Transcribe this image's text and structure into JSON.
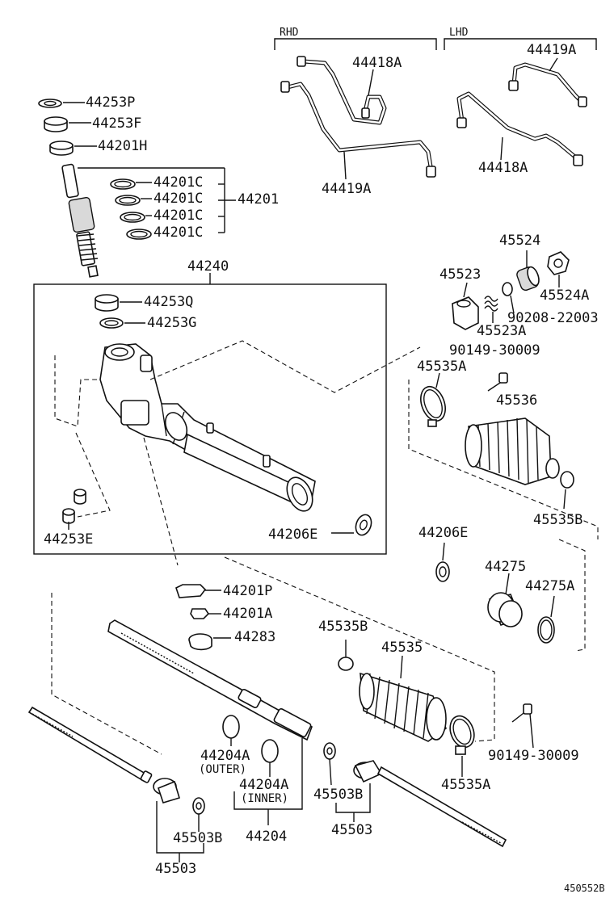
{
  "sections": {
    "rhd": "RHD",
    "lhd": "LHD"
  },
  "labels": {
    "p44418A_rhd": "44418A",
    "p44419A_rhd": "44419A",
    "p44419A_lhd": "44419A",
    "p44418A_lhd": "44418A",
    "p44253P": "44253P",
    "p44253F": "44253F",
    "p44201H": "44201H",
    "p44201C_1": "44201C",
    "p44201C_2": "44201C",
    "p44201C_3": "44201C",
    "p44201C_4": "44201C",
    "p44201": "44201",
    "p44240": "44240",
    "p44253Q": "44253Q",
    "p44253G": "44253G",
    "p44253E": "44253E",
    "p44206E_a": "44206E",
    "p44206E_b": "44206E",
    "p45524": "45524",
    "p45523": "45523",
    "p45524A": "45524A",
    "p90208": "90208-22003",
    "p45523A": "45523A",
    "p90149_a": "90149-30009",
    "p45535A_a": "45535A",
    "p45536": "45536",
    "p45535B_a": "45535B",
    "p44275": "44275",
    "p44275A": "44275A",
    "p44201P": "44201P",
    "p44201A": "44201A",
    "p44283": "44283",
    "p45535B_b": "45535B",
    "p45535": "45535",
    "p44204A_outer": "44204A",
    "outer": "(OUTER)",
    "p44204A_inner": "44204A",
    "inner": "(INNER)",
    "p44204": "44204",
    "p45503B_a": "45503B",
    "p45503_a": "45503",
    "p45503B_b": "45503B",
    "p45503_b": "45503",
    "p90149_b": "90149-30009",
    "p45535A_b": "45535A"
  },
  "figure_id": "450552B"
}
